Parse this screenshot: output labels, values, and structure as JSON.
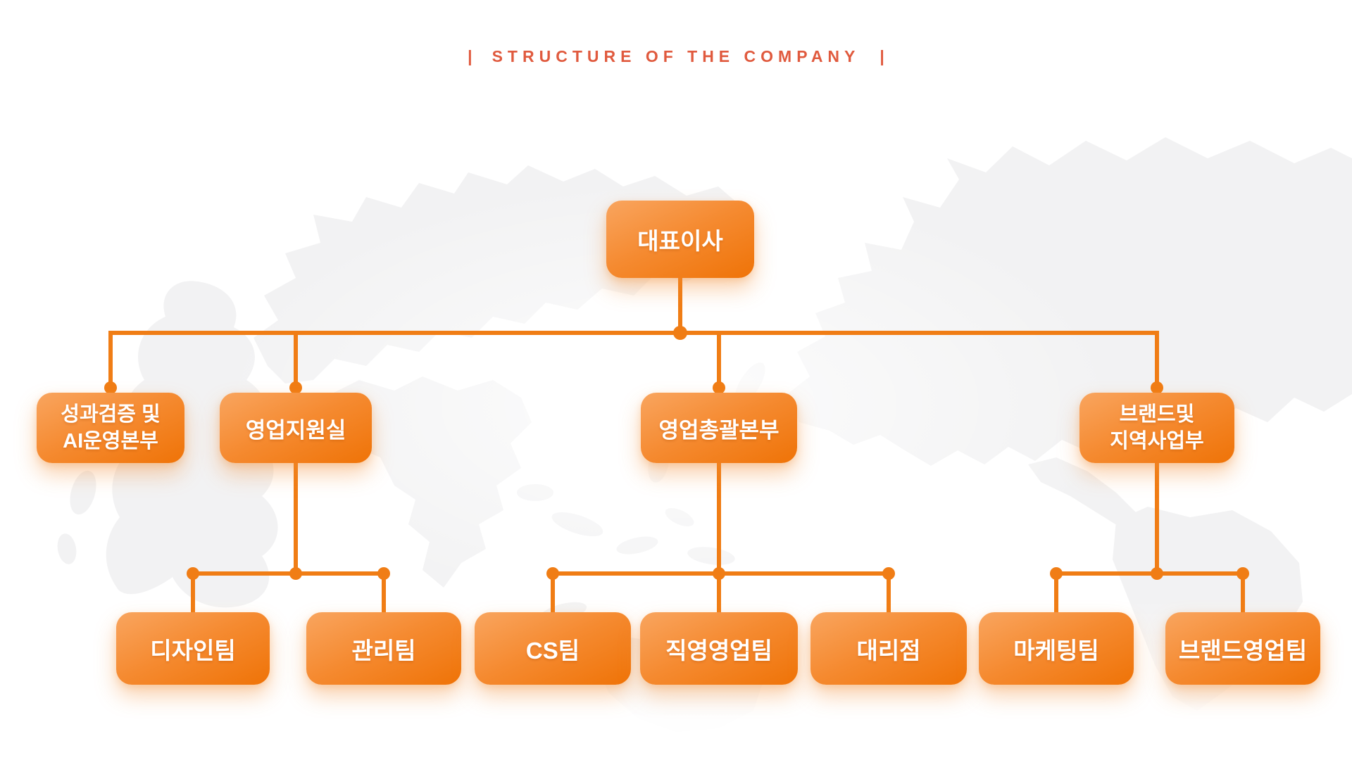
{
  "header": {
    "left_bar": "|",
    "title": "STRUCTURE OF THE COMPANY",
    "right_bar": "|"
  },
  "org_chart": {
    "root": {
      "label": "대표이사"
    },
    "departments": [
      {
        "label_line1": "성과검증 및",
        "label_line2": "AI운영본부"
      },
      {
        "label_line1": "영업지원실",
        "label_line2": ""
      },
      {
        "label_line1": "영업총괄본부",
        "label_line2": ""
      },
      {
        "label_line1": "브랜드및",
        "label_line2": "지역사업부"
      }
    ],
    "teams": [
      {
        "label": "디자인팀"
      },
      {
        "label": "관리팀"
      },
      {
        "label": "CS팀"
      },
      {
        "label": "직영영업팀"
      },
      {
        "label": "대리점"
      },
      {
        "label": "마케팅팀"
      },
      {
        "label": "브랜드영업팀"
      }
    ]
  },
  "colors": {
    "accent_orange": "#F07D15",
    "box_gradient_top": "#F9A55F",
    "box_gradient_bottom": "#EF7307",
    "title_text": "#E05A3E",
    "map_fill": "#F2F2F3",
    "box_text": "#FFFFFF",
    "background": "#FFFFFF"
  }
}
